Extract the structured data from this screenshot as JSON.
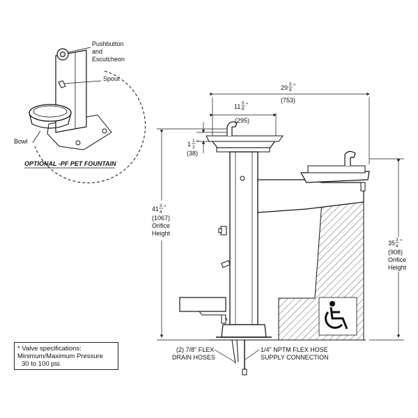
{
  "callouts": {
    "pushbutton_line1": "Pushbutton",
    "pushbutton_line2": "and",
    "pushbutton_line3": "Escutcheon",
    "spout": "Spout",
    "bowl": "Bowl",
    "optional_title": "OPTIONAL -PF PET FOUNTAIN"
  },
  "dimensions": {
    "overall_width_whole": "29",
    "overall_width_num": "5",
    "overall_width_den": "8",
    "overall_width_mm": "(753)",
    "upper_reach_whole": "11",
    "upper_reach_num": "5",
    "upper_reach_den": "8",
    "upper_reach_mm": "(295)",
    "bowl_height_whole": "1",
    "bowl_height_num": "1",
    "bowl_height_den": "2",
    "bowl_height_mm": "(38)",
    "high_orifice_whole": "41",
    "high_orifice_num": "3",
    "high_orifice_den": "4",
    "high_orifice_mm": "(1067)",
    "high_orifice_l1": "Orifice",
    "high_orifice_l2": "Height",
    "low_orifice_whole": "35",
    "low_orifice_num": "3",
    "low_orifice_den": "4",
    "low_orifice_mm": "(908)",
    "low_orifice_l1": "Orifice",
    "low_orifice_l2": "Height"
  },
  "bottom_labels": {
    "drain_line1": "(2) 7/8\" FLEX",
    "drain_line2": "DRAIN HOSES",
    "supply_line1": "1/4\" NPTM FLEX HOSE",
    "supply_line2": "SUPPLY CONNECTION"
  },
  "valve_note": {
    "line1": "* Valve specifications:",
    "line2": "Minimum/Maximum Pressure",
    "line3": "30 to 100 psi."
  },
  "icons": {
    "accessibility": "wheelchair-accessibility-icon"
  }
}
